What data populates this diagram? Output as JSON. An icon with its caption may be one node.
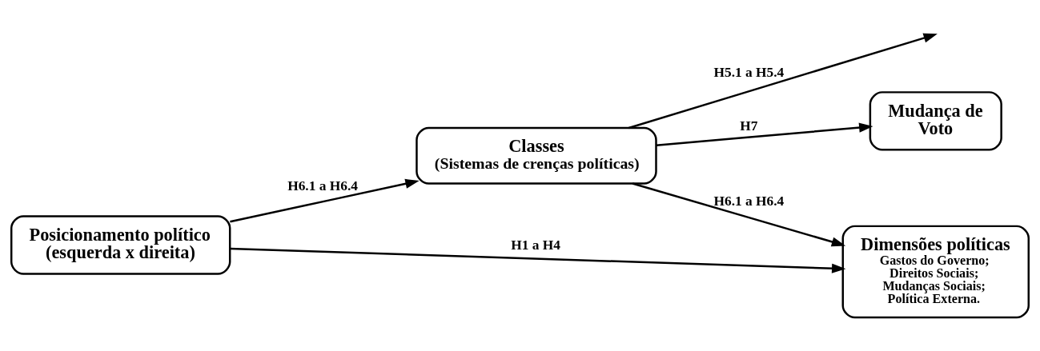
{
  "diagram": {
    "nodes": [
      {
        "text": [
          "Classes",
          "(Sistemas de crenças políticas)"
        ]
      },
      {
        "text": [
          "Mudança de Voto"
        ]
      },
      {
        "text": [
          "Posicionamento político (esquerda x direita)"
        ]
      },
      {
        "text": [
          "Dimensões políticas",
          "Gastos do Governo; Direitos Sociais; Mudanças Sociais; Política Externa."
        ]
      }
    ],
    "edges": [
      {
        "from": 2,
        "to": 0,
        "arrow": "to",
        "label": "H6.1 a H6.4"
      },
      {
        "from": 0,
        "to": 1,
        "arrow": "to",
        "label": "H7"
      },
      {
        "from": 0,
        "to": 3,
        "arrow": "to",
        "label": "H6.1 a H6.4"
      },
      {
        "from": 0,
        "to": null,
        "arrow": "to",
        "label": "H5.1 a H5.4"
      },
      {
        "from": 2,
        "to": 3,
        "arrow": "to",
        "label": "H1 a H4"
      }
    ]
  }
}
